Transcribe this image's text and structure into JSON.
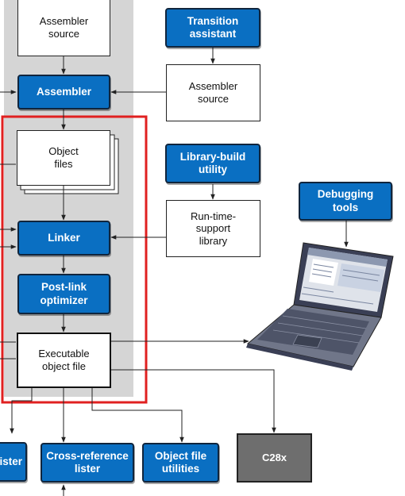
{
  "boxes": {
    "assembler_source_top": "Assembler\nsource",
    "transition_assistant": "Transition\nassistant",
    "assembler": "Assembler",
    "assembler_source_right": "Assembler\nsource",
    "object_files": "Object\nfiles",
    "library_build_utility": "Library-build\nutility",
    "debugging_tools": "Debugging\ntools",
    "linker": "Linker",
    "runtime_support_library": "Run-time-\nsupport\nlibrary",
    "post_link_optimizer": "Post-link\noptimizer",
    "executable_object_file": "Executable\nobject file",
    "lister": "ister",
    "cross_reference_lister": "Cross-reference\nlister",
    "object_file_utilities": "Object file\nutilities",
    "c28x": "C28x"
  },
  "colors": {
    "tool_box": "#0a6fc2",
    "tool_border": "#10253d",
    "highlight_frame": "#e02020",
    "shaded_column": "#d5d5d5",
    "target_box": "#6e6e6e"
  }
}
